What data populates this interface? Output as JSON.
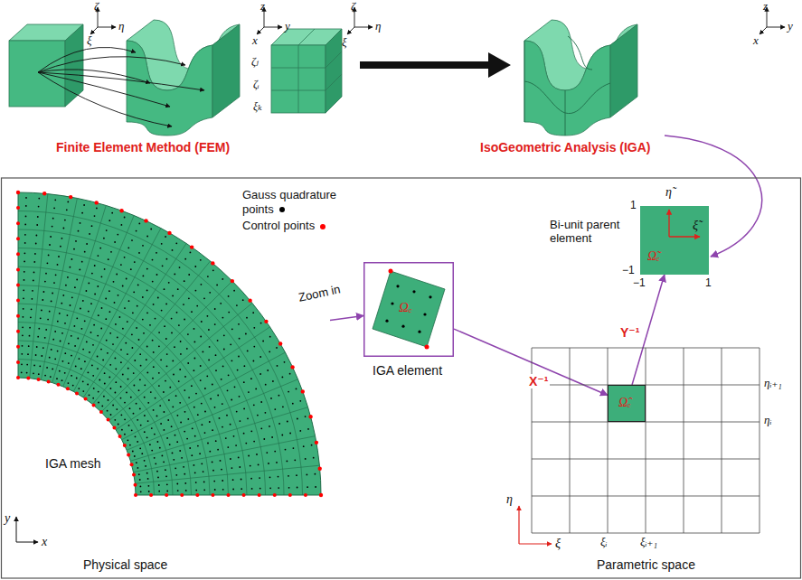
{
  "diagram": {
    "nodes": [
      {
        "text": [
          "IGA mesh",
          "Physical space"
        ]
      },
      {
        "text": [
          "Ωₑ",
          "IGA element"
        ]
      },
      {
        "text": [
          "Parametric space"
        ]
      },
      {
        "text": [
          "Ω̂ₑ"
        ],
        "in": 2
      },
      {
        "text": [
          "Ω̃ₑ",
          "Bi-unit parent element"
        ]
      }
    ],
    "edges": [
      {
        "from": 0,
        "to": 1,
        "arrow": "to",
        "label": "Zoom in"
      },
      {
        "from": 1,
        "to": 3,
        "arrow": "to",
        "label": "X⁻¹"
      },
      {
        "from": 3,
        "to": 4,
        "arrow": "to",
        "label": "Y⁻¹"
      }
    ],
    "labels": [
      "ζ",
      "η",
      "ξ",
      "z",
      "y",
      "x",
      "ζ",
      "η",
      "ξ",
      "z",
      "y",
      "x",
      "ζⱼ",
      "ζᵢ",
      "ξₖ",
      "Finite Element Method (FEM)",
      "IsoGeometric Analysis (IGA)",
      "y",
      "x",
      "1",
      "−1",
      "−1",
      "1",
      "η̃",
      "ξ̃",
      "ηᵢ₊₁",
      "ηᵢ",
      "ξᵢ",
      "ξᵢ₊₁",
      "η",
      "ξ"
    ],
    "legend": [
      {
        "text": "Gauss quadrature points",
        "color": "#000000"
      },
      {
        "text": "Control points",
        "color": "#ff0000"
      }
    ]
  }
}
